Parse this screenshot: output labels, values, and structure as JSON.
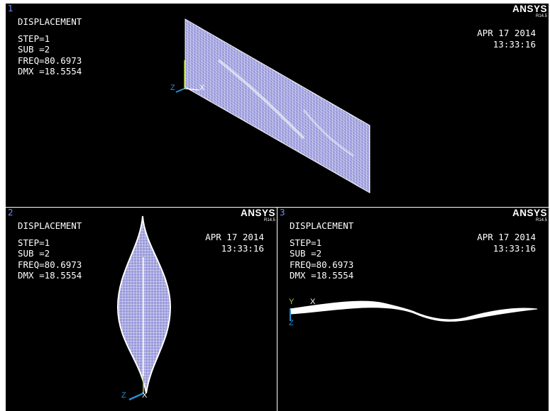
{
  "app": {
    "brand": "ANSYS",
    "version": "R14.5"
  },
  "windows": [
    {
      "number": "1",
      "title": "DISPLACEMENT",
      "step": "STEP=1",
      "sub": "SUB =2",
      "freq": "FREQ=80.6973",
      "dmx": "DMX =18.5554",
      "date": "APR 17 2014",
      "time": "13:33:16",
      "axes": {
        "a": "Z",
        "b": "X"
      }
    },
    {
      "number": "2",
      "title": "DISPLACEMENT",
      "step": "STEP=1",
      "sub": "SUB =2",
      "freq": "FREQ=80.6973",
      "dmx": "DMX =18.5554",
      "date": "APR 17 2014",
      "time": "13:33:16",
      "axes": {
        "a": "Z",
        "b": "X"
      }
    },
    {
      "number": "3",
      "title": "DISPLACEMENT",
      "step": "STEP=1",
      "sub": "SUB =2",
      "freq": "FREQ=80.6973",
      "dmx": "DMX =18.5554",
      "date": "APR 17 2014",
      "time": "13:33:16",
      "axes": {
        "a": "Y",
        "b": "X",
        "c": "Z"
      }
    }
  ],
  "colors": {
    "background": "#000000",
    "mesh": "#b8b8f0",
    "mesh_line": "#ffffff",
    "window_number": "#6f8fff",
    "axis_x": "#ffffff",
    "axis_y": "#b0d040",
    "axis_z": "#2a8fd0"
  }
}
